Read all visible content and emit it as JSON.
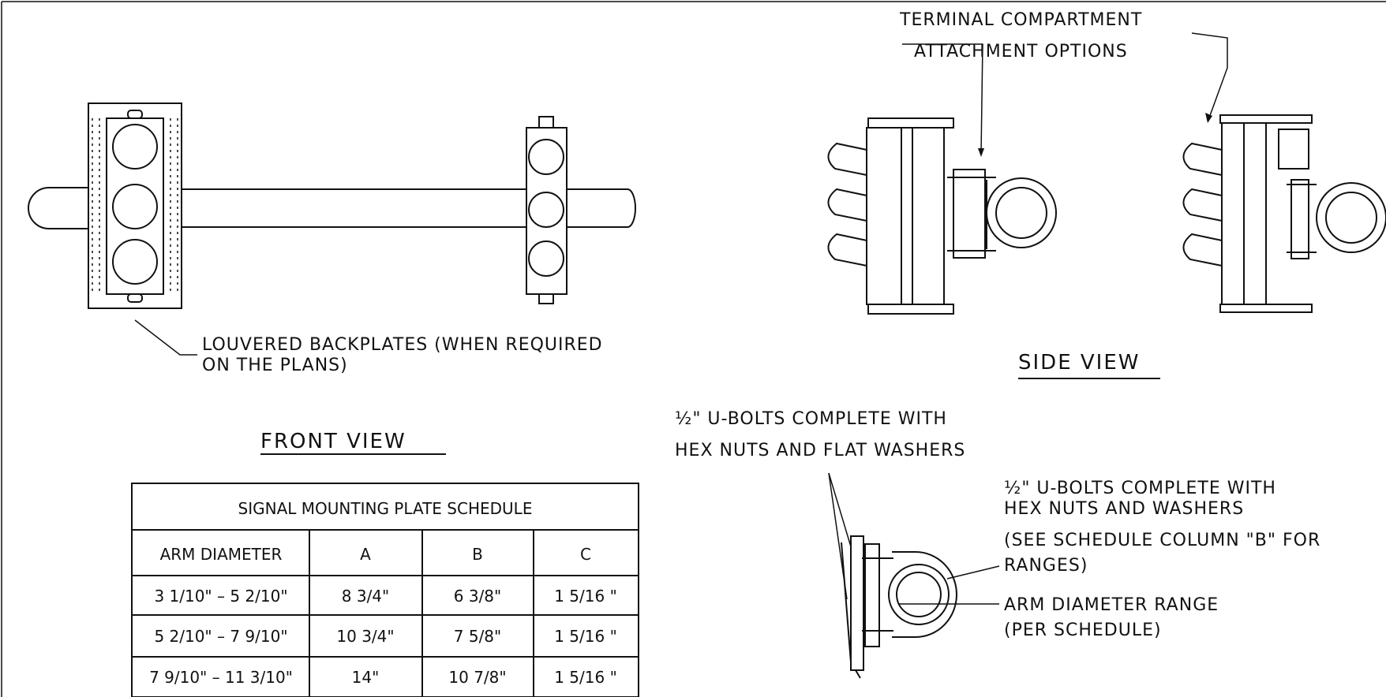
{
  "labels": {
    "terminal_line1": "TERMINAL COMPARTMENT",
    "terminal_line2": "ATTACHMENT OPTIONS",
    "louvered_line1": "LOUVERED BACKPLATES (WHEN REQUIRED",
    "louvered_line2": "ON THE PLANS)",
    "side_view": "SIDE VIEW",
    "front_view": "FRONT VIEW",
    "ubolt_top_line1": "½\" U-BOLTS COMPLETE WITH",
    "ubolt_top_line2": "HEX NUTS AND FLAT WASHERS",
    "ubolt_right_line1": "½\" U-BOLTS COMPLETE WITH",
    "ubolt_right_line2": "HEX NUTS AND WASHERS",
    "ubolt_right_line3": "(SEE SCHEDULE COLUMN \"B\" FOR",
    "ubolt_right_line4": "RANGES)",
    "arm_line1": "ARM DIAMETER RANGE",
    "arm_line2": "(PER SCHEDULE)"
  },
  "schedule": {
    "title": "SIGNAL MOUNTING PLATE SCHEDULE",
    "headers": [
      "ARM DIAMETER",
      "A",
      "B",
      "C"
    ],
    "rows": [
      [
        "3 1/10\" – 5 2/10\"",
        "8 3/4\"",
        "6 3/8\"",
        "1 5/16 \""
      ],
      [
        "5 2/10\" – 7 9/10\"",
        "10 3/4\"",
        "7 5/8\"",
        "1 5/16 \""
      ],
      [
        "7 9/10\" – 11 3/10\"",
        "14\"",
        "10 7/8\"",
        "1 5/16 \""
      ]
    ]
  }
}
